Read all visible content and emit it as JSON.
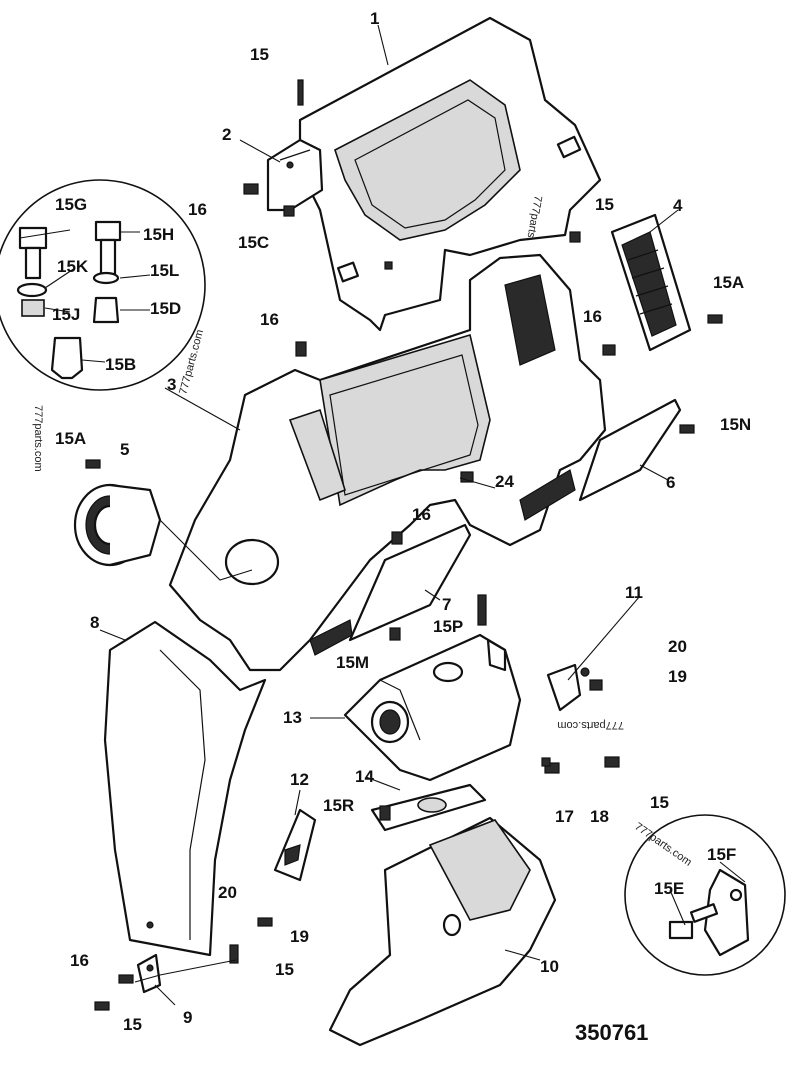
{
  "drawing_number": "350761",
  "watermarks": [
    "777parts.com",
    "777parts.com",
    "777parts",
    "777parts.com",
    "777parts.com"
  ],
  "callouts": {
    "c1": "1",
    "c2": "2",
    "c3": "3",
    "c4": "4",
    "c5": "5",
    "c6": "6",
    "c7": "7",
    "c8": "8",
    "c9": "9",
    "c10": "10",
    "c11": "11",
    "c12": "12",
    "c13": "13",
    "c14": "14",
    "c15_top": "15",
    "c15_right": "15",
    "c15a_right": "15A",
    "c15a_left": "15A",
    "c15n": "15N",
    "c15c": "15C",
    "c15m": "15M",
    "c15p": "15P",
    "c15r": "15R",
    "c15_br": "15",
    "c15_bl1": "15",
    "c15_bl2": "15",
    "c16_a": "16",
    "c16_b": "16",
    "c16_c": "16",
    "c16_d": "16",
    "c16_bl": "16",
    "c17": "17",
    "c18": "18",
    "c19_r": "19",
    "c19_l": "19",
    "c20_r": "20",
    "c20_l": "20",
    "c24": "24",
    "c15g": "15G",
    "c15h": "15H",
    "c15k": "15K",
    "c15l": "15L",
    "c15j": "15J",
    "c15d": "15D",
    "c15b": "15B",
    "c15e": "15E",
    "c15f": "15F"
  }
}
